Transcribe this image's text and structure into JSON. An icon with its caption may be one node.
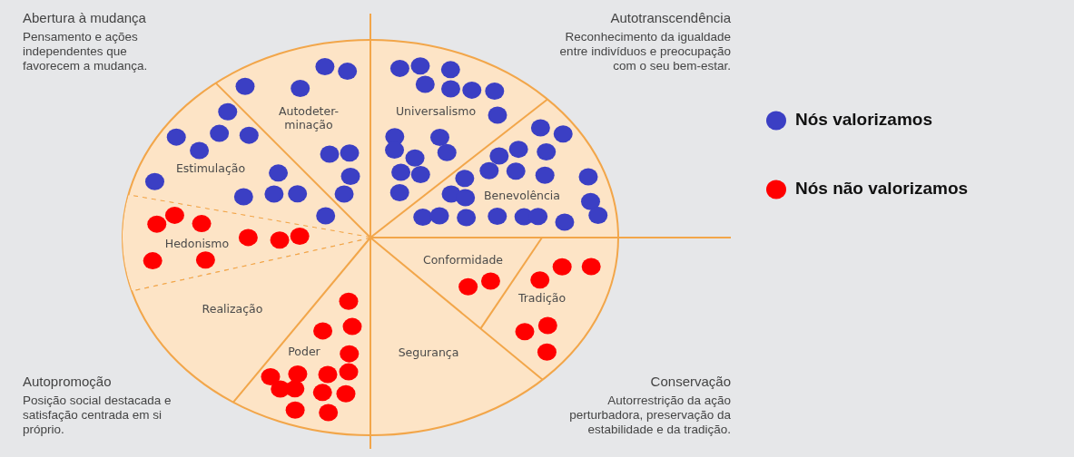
{
  "diagram": {
    "nodes": [
      {
        "text": [
          "Autodeter-minação"
        ]
      },
      {
        "text": [
          "Universalismo"
        ]
      },
      {
        "text": [
          "Estimulação"
        ]
      },
      {
        "text": [
          "Benevolência"
        ]
      },
      {
        "text": [
          "Hedonismo"
        ]
      },
      {
        "text": [
          "Conformidade"
        ]
      },
      {
        "text": [
          "Tradição"
        ]
      },
      {
        "text": [
          "Realização"
        ]
      },
      {
        "text": [
          "Poder"
        ]
      },
      {
        "text": [
          "Segurança"
        ]
      }
    ],
    "labels": [
      "Abertura à mudança",
      "Pensamento e ações independentes que favorecem a mudança.",
      "Autotranscendência",
      "Reconhecimento da igualdade entre indivíduos e preocupação com o seu bem-estar.",
      "Autopromoção",
      "Posição social destacada e satisfação centrada em si próprio.",
      "Conservação",
      "Autorrestrição da ação perturbadora, preservação da estabilidade e da tradição."
    ],
    "legend": [
      {
        "text": "Nós valorizamos",
        "color": "#3b3fc4"
      },
      {
        "text": "Nós não valorizamos",
        "color": "#ff0000"
      }
    ]
  }
}
